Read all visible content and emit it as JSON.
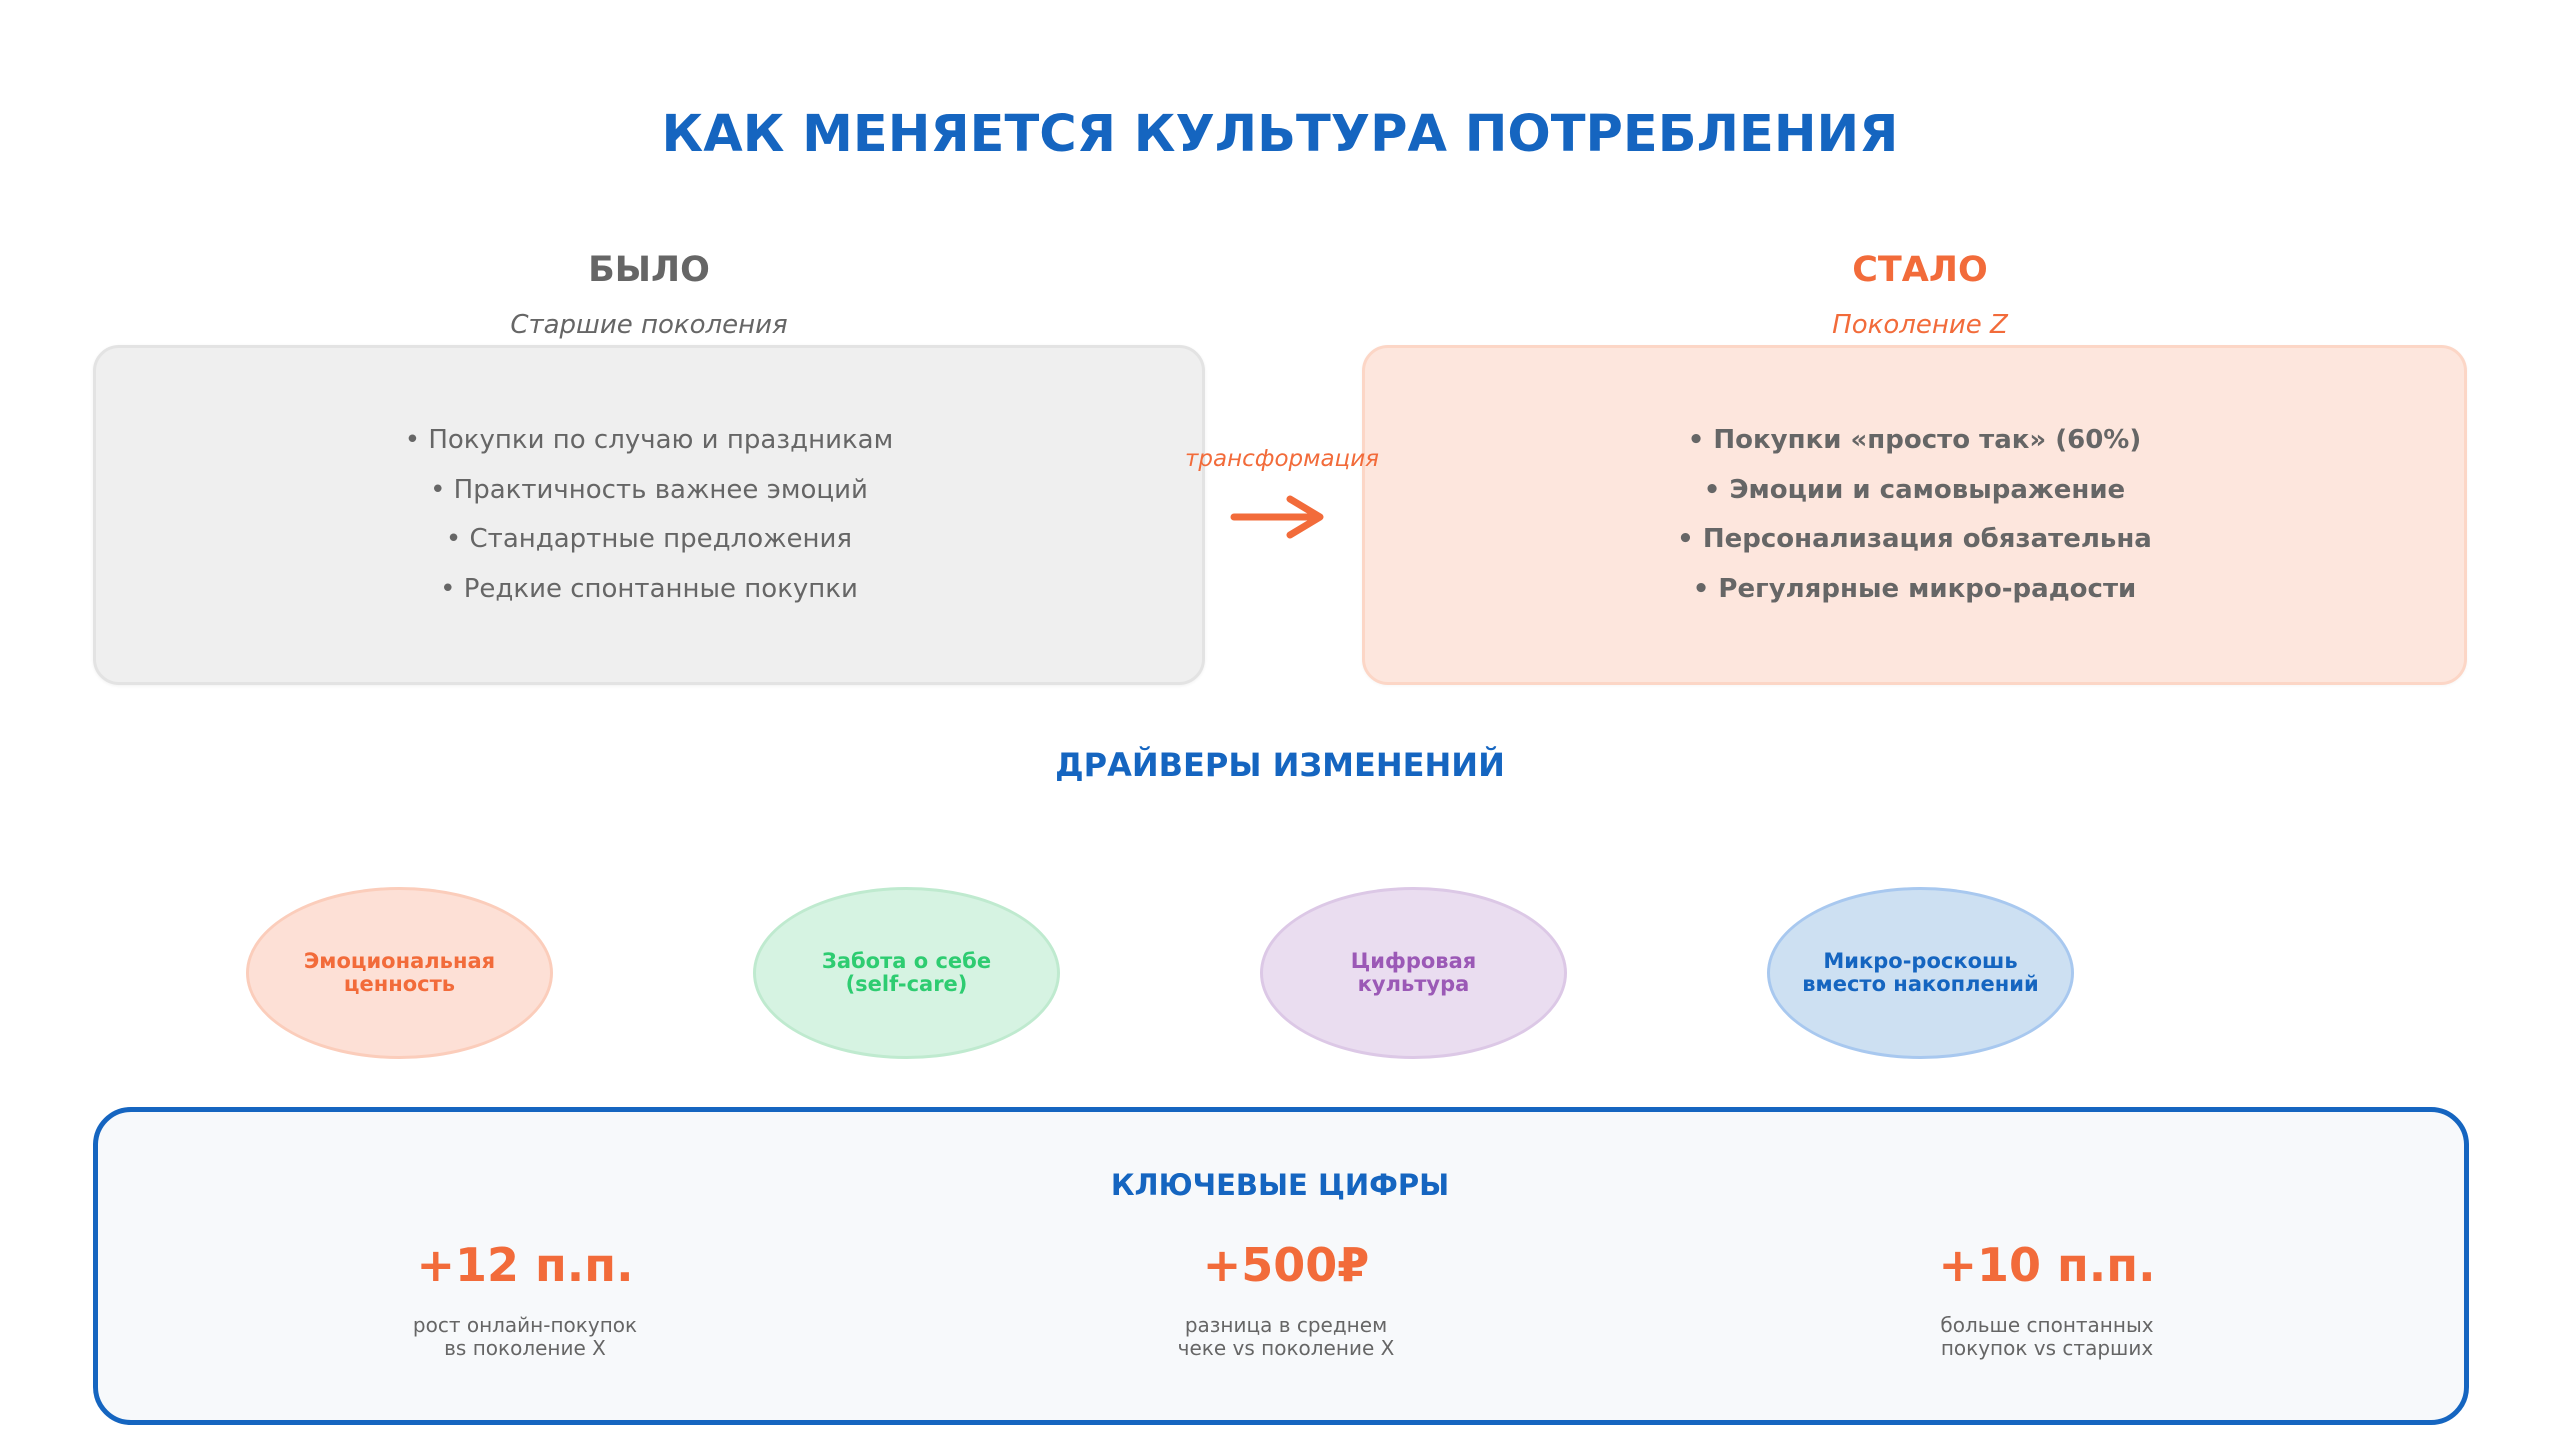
{
  "title": "КАК МЕНЯЕТСЯ КУЛЬТУРА ПОТРЕБЛЕНИЯ",
  "colors": {
    "title_blue": "#1565c0",
    "accent_orange": "#f26b3a",
    "muted_gray": "#666666"
  },
  "comparison": {
    "before": {
      "heading": "БЫЛО",
      "subheading": "Старшие поколения",
      "items": [
        "• Покупки по случаю и праздникам",
        "• Практичность важнее эмоций",
        "• Стандартные предложения",
        "• Редкие спонтанные покупки"
      ]
    },
    "transition": {
      "label": "трансформация",
      "icon": "arrow-right-icon"
    },
    "after": {
      "heading": "СТАЛО",
      "subheading": "Поколение Z",
      "items": [
        "• Покупки «просто так» (60%)",
        "• Эмоции и самовыражение",
        "• Персонализация обязательна",
        "• Регулярные микро-радости"
      ]
    }
  },
  "drivers": {
    "title": "ДРАЙВЕРЫ ИЗМЕНЕНИЙ",
    "items": [
      {
        "line1": "Эмоциональная",
        "line2": "ценность",
        "color": "#f26b3a"
      },
      {
        "line1": "Забота о себе",
        "line2": "(self-care)",
        "color": "#2ecc71"
      },
      {
        "line1": "Цифровая",
        "line2": "культура",
        "color": "#9b59b6"
      },
      {
        "line1": "Микро-роскошь",
        "line2": "вместо накоплений",
        "color": "#1565c0"
      }
    ]
  },
  "key_figures": {
    "title": "КЛЮЧЕВЫЕ ЦИФРЫ",
    "stats": [
      {
        "value": "+12 п.п.",
        "label_line1": "рост онлайн-покупок",
        "label_line2": "вs поколение X"
      },
      {
        "value": "+500₽",
        "label_line1": "разница в среднем",
        "label_line2": "чеке vs поколение X"
      },
      {
        "value": "+10 п.п.",
        "label_line1": "больше спонтанных",
        "label_line2": "покупок vs старших"
      }
    ]
  }
}
